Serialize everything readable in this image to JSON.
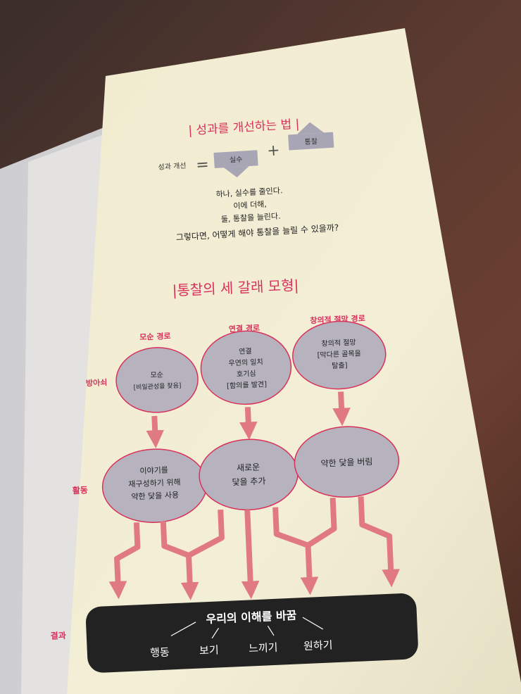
{
  "section1": {
    "title": "| 성과를 개선하는 법 |",
    "formula": {
      "left_label": "성과 개선",
      "equals": "=",
      "term1": "실수",
      "plus": "+",
      "term2": "통찰"
    },
    "lines": [
      "하나, 실수를 줄인다.",
      "이에 더해,",
      "둘, 통찰을 늘린다.",
      "그렇다면, 어떻게 해야 통찰을 늘릴 수 있을까?"
    ]
  },
  "section2": {
    "title": "|통찰의 세 갈래 모형|",
    "row_labels": {
      "trigger": "방아쇠",
      "activity": "활동",
      "result": "결과"
    },
    "paths": [
      {
        "header": "모순 경로",
        "trigger_lines": [
          "모순",
          "[비일관성을 찾음]"
        ],
        "activity_lines": [
          "이야기를",
          "재구성하기 위해",
          "약한 닻을 사용"
        ]
      },
      {
        "header": "연결 경로",
        "trigger_lines": [
          "연결",
          "우연의 일치",
          "호기심",
          "[함의를 발견]"
        ],
        "activity_lines": [
          "새로운",
          "닻을 추가"
        ]
      },
      {
        "header": "창의적 절망 경로",
        "trigger_lines": [
          "창의적 절망",
          "[막다른 골목을",
          "탈출]"
        ],
        "activity_lines": [
          "약한 닻을 버림"
        ]
      }
    ],
    "result": {
      "main": "우리의 이해를 바꿈",
      "items": [
        "행동",
        "보기",
        "느끼기",
        "원하기"
      ]
    }
  },
  "colors": {
    "accent": "#d8315b",
    "arrow": "#e07a80",
    "paper": "#f3eed3",
    "circle_fill": "#b6b3bf",
    "circle_stroke": "#d8315b",
    "result_box": "#222222",
    "box_grey": "#a8a6b4"
  }
}
